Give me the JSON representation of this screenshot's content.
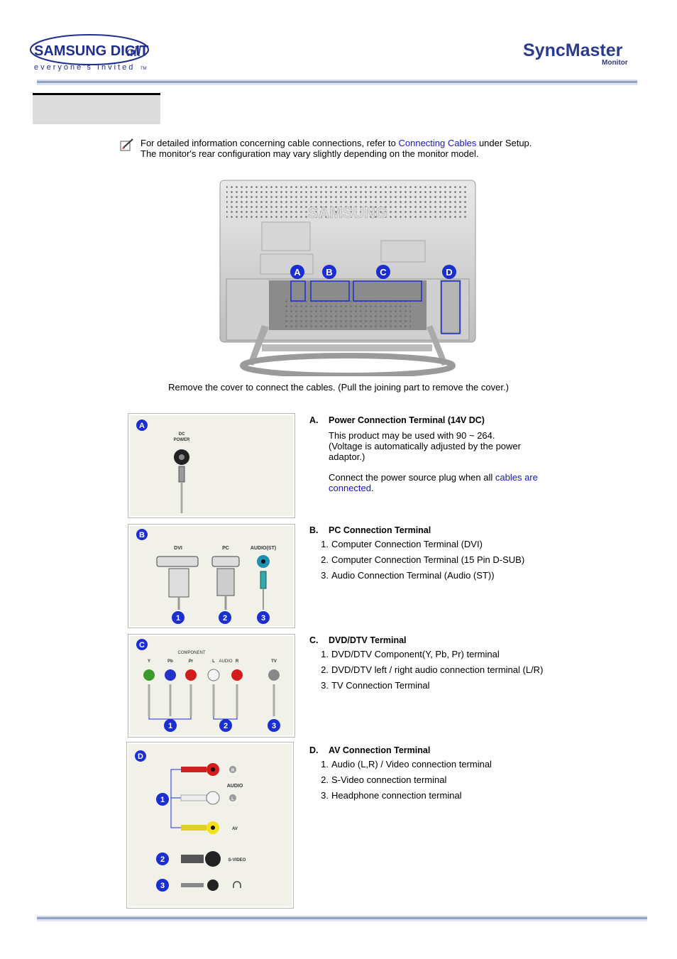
{
  "header": {
    "brand": "SAMSUNG DIGITall",
    "brand_main": "SAMSUNG DIGIT",
    "brand_all": "all",
    "slogan": "everyone's Invited",
    "tm": "TM",
    "product_logo": "SyncMaster",
    "product_sub": "Monitor"
  },
  "note": {
    "line1_prefix": "For detailed information concerning cable connections, refer to ",
    "line1_link": "Connecting Cables",
    "line1_suffix": " under Setup.",
    "line2": "The monitor's rear configuration may vary slightly depending on the monitor model."
  },
  "monitor_labels": [
    "A",
    "B",
    "C",
    "D"
  ],
  "monitor_brand": "SAMSUNG",
  "caption": "Remove the cover to connect the cables. (Pull the joining part to remove the cover.)",
  "sections": {
    "a": {
      "letter": "A.",
      "title": "Power Connection Terminal (14V DC)",
      "p1_line1": "This product may be used with 90 ~ 264.",
      "p1_line2": "(Voltage is automatically adjusted by the power",
      "p1_line3": "adaptor.)",
      "p2_prefix": "Connect the power source plug when all ",
      "p2_link1": "cables are",
      "p2_link2": "connected",
      "p2_suffix": ".",
      "panel_badge": "A",
      "panel_label1": "DC",
      "panel_label2": "POWER"
    },
    "b": {
      "letter": "B.",
      "title": "PC Connection Terminal",
      "items": [
        "Computer Connection Terminal (DVI)",
        "Computer Connection Terminal (15 Pin D-SUB)",
        "Audio Connection Terminal (Audio (ST))"
      ],
      "panel_badge": "B",
      "panel_labels": [
        "DVI",
        "PC",
        "AUDIO(ST)"
      ],
      "panel_nums": [
        "1",
        "2",
        "3"
      ]
    },
    "c": {
      "letter": "C.",
      "title": "DVD/DTV Terminal",
      "items": [
        "DVD/DTV Component(Y, Pb, Pr) terminal",
        "DVD/DTV left / right audio connection terminal (L/R)",
        "TV Connection Terminal"
      ],
      "panel_badge": "C",
      "panel_component": "COMPONENT",
      "panel_labels": [
        "Y",
        "Pb",
        "Pr",
        "L",
        "AUDIO",
        "R",
        "TV"
      ],
      "panel_nums": [
        "1",
        "2",
        "3"
      ]
    },
    "d": {
      "letter": "D.",
      "title": "AV Connection Terminal",
      "items": [
        "Audio (L,R) / Video connection terminal",
        "S-Video connection terminal",
        "Headphone connection terminal"
      ],
      "panel_badge": "D",
      "panel_labels": [
        "R",
        "AUDIO",
        "L",
        "AV",
        "S-VIDEO"
      ],
      "panel_nums": [
        "1",
        "2",
        "3"
      ]
    }
  },
  "colors": {
    "link": "#1515c8",
    "badge": "#1a2ed1",
    "rule": "#8ea3c6"
  }
}
